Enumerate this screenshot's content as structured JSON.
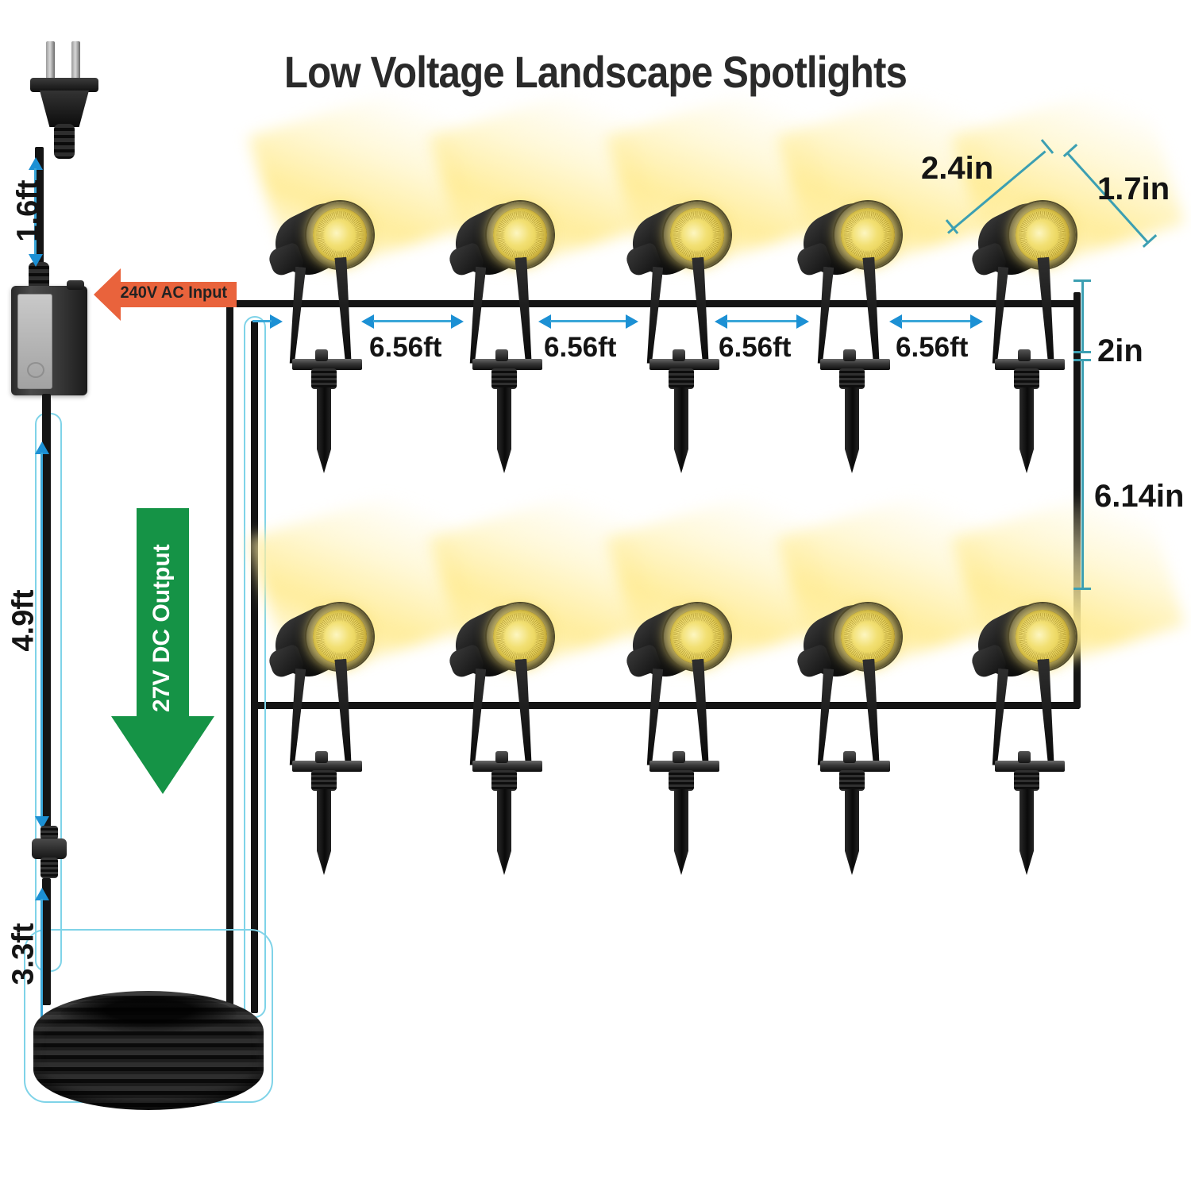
{
  "title": "Low Voltage Landscape Spotlights",
  "colors": {
    "ac_arrow": "#e9633c",
    "dc_arrow": "#159346",
    "dimension_blue": "#3aa6d8",
    "dimension_teal": "#3c9fb2",
    "cable_highlight": "#7fd3e8",
    "text_dark": "#141414",
    "lens_warm": "#f2e074",
    "background": "#ffffff"
  },
  "callouts": [
    {
      "id": "ac-input",
      "label": "240V AC Input",
      "direction": "left",
      "color": "#e9633c",
      "text_color": "#222222"
    },
    {
      "id": "dc-output",
      "label": "27V DC Output",
      "direction": "down",
      "color": "#159346",
      "text_color": "#ffffff"
    }
  ],
  "cord_dimensions": [
    {
      "id": "plug-cord",
      "label": "1.6ft",
      "orientation": "vertical"
    },
    {
      "id": "adapter-cord",
      "label": "4.9ft",
      "orientation": "vertical"
    },
    {
      "id": "extension-cord",
      "label": "3.3ft",
      "orientation": "vertical"
    }
  ],
  "spacing_dimensions": [
    {
      "id": "gap-1",
      "label": "6.56ft"
    },
    {
      "id": "gap-2",
      "label": "6.56ft"
    },
    {
      "id": "gap-3",
      "label": "6.56ft"
    },
    {
      "id": "gap-4",
      "label": "6.56ft"
    }
  ],
  "fixture_dimensions": [
    {
      "id": "lens-width",
      "label": "2.4in",
      "orientation": "diagonal"
    },
    {
      "id": "lens-depth",
      "label": "1.7in",
      "orientation": "diagonal"
    },
    {
      "id": "base-height",
      "label": "2in",
      "orientation": "vertical"
    },
    {
      "id": "stake-length",
      "label": "6.14in",
      "orientation": "vertical"
    }
  ],
  "rows": [
    {
      "id": "top-row",
      "count": 5,
      "lights": [
        "light-1",
        "light-2",
        "light-3",
        "light-4",
        "light-5"
      ]
    },
    {
      "id": "bottom-row",
      "count": 5,
      "lights": [
        "light-6",
        "light-7",
        "light-8",
        "light-9",
        "light-10"
      ]
    }
  ],
  "components": {
    "plug": "us-two-prong-plug",
    "adapter": "power-adapter-transformer",
    "connector": "waterproof-cable-connector",
    "coil": "coiled-extension-cable"
  }
}
